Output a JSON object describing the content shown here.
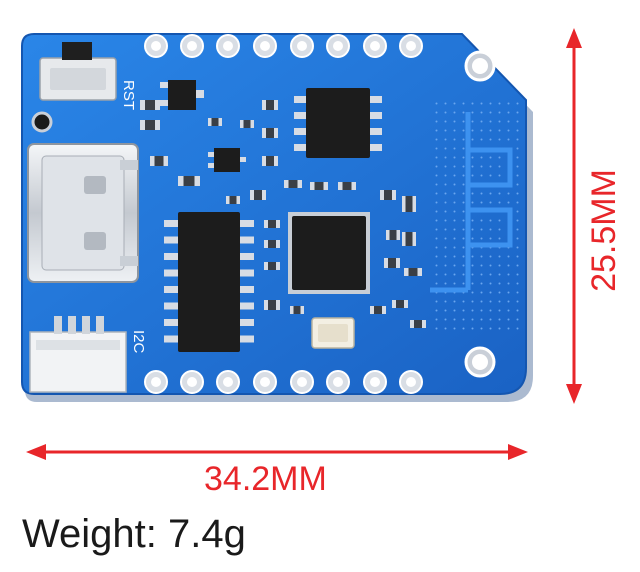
{
  "product": {
    "board_labels": {
      "reset": "RST",
      "i2c": "I2C"
    },
    "dimensions": {
      "width": "34.2MM",
      "height": "25.5MM"
    },
    "weight_text": "Weight: 7.4g"
  },
  "colors": {
    "pcb": "#1e74d8",
    "pad": "#d7dce4",
    "chip": "#1c1c1c",
    "arrow": "#e8262a"
  }
}
